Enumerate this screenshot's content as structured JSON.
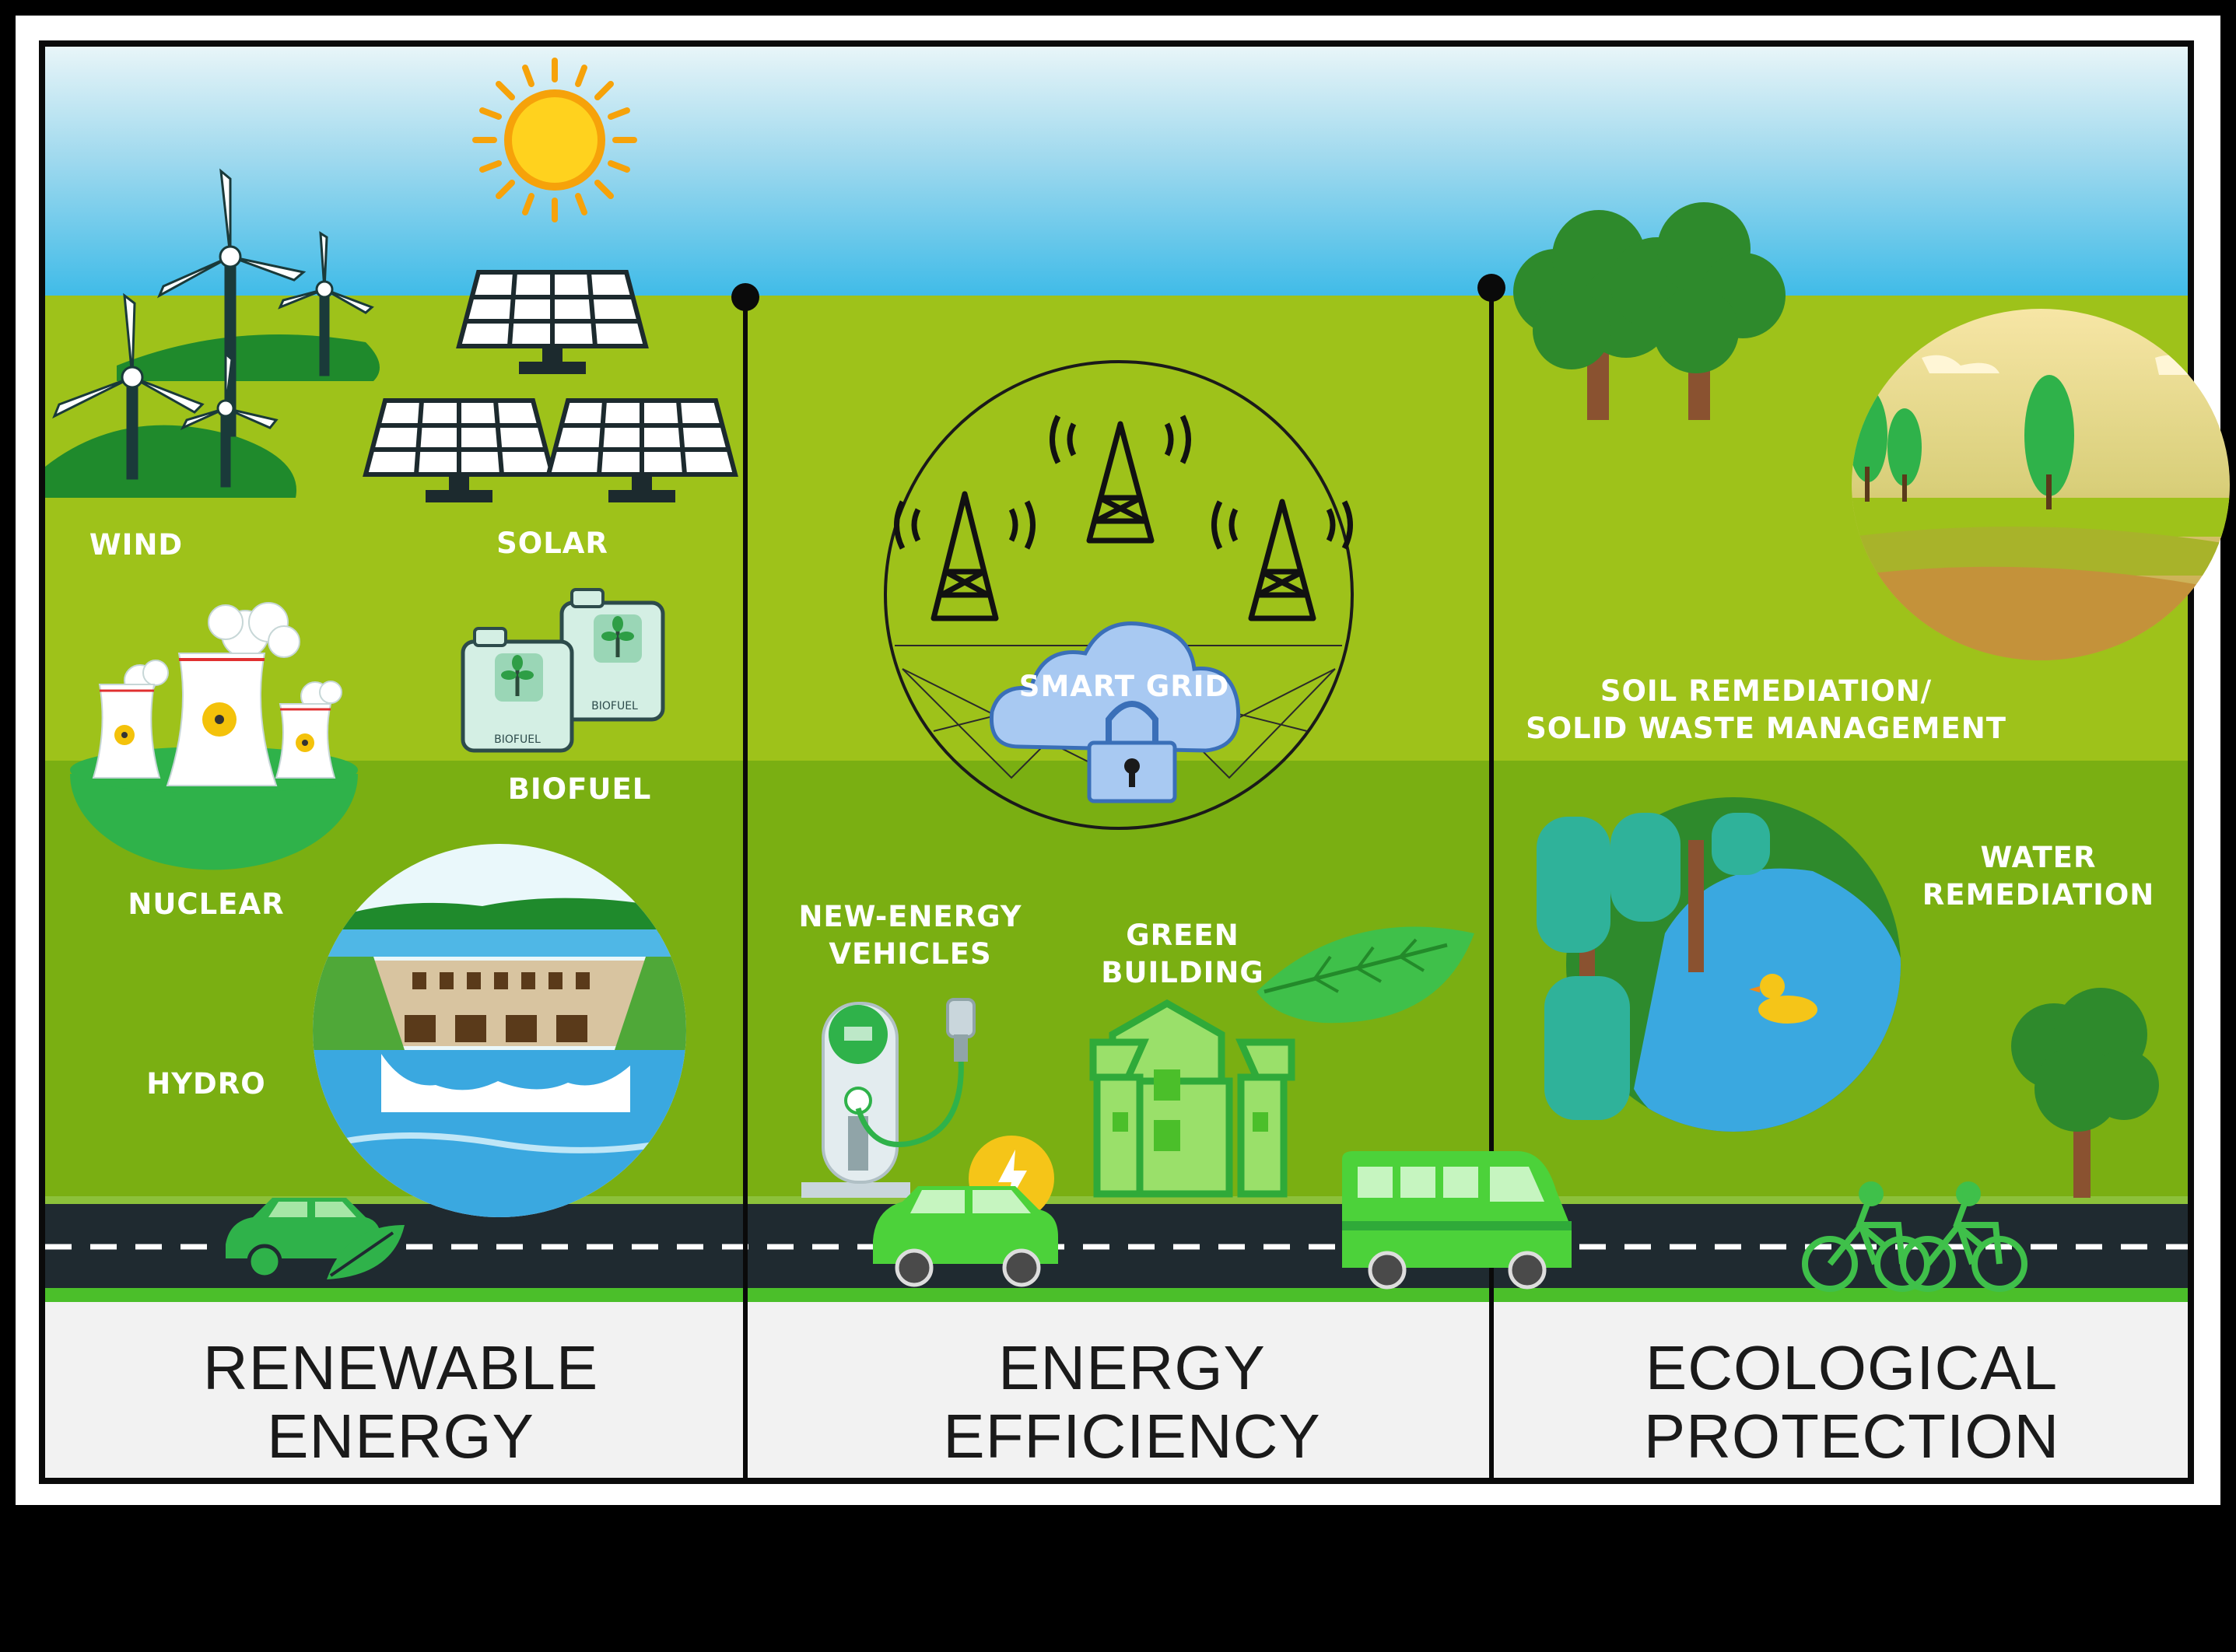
{
  "colors": {
    "sky_top": "#4cc0ea",
    "sky_bottom": "#e6f4f8",
    "grass_light": "#9ec21a",
    "grass_dark": "#7aaf12",
    "road": "#1f2a30",
    "footer": "#f2f2f2",
    "accent_green": "#4bbf2a"
  },
  "sections": [
    {
      "id": "renewable",
      "title_line1": "RENEWABLE",
      "title_line2": "ENERGY"
    },
    {
      "id": "efficiency",
      "title_line1": "ENERGY",
      "title_line2": "EFFICIENCY"
    },
    {
      "id": "ecology",
      "title_line1": "ECOLOGICAL",
      "title_line2": "PROTECTION"
    }
  ],
  "labels": {
    "wind": "WIND",
    "solar": "SOLAR",
    "nuclear": "NUCLEAR",
    "biofuel": "BIOFUEL",
    "hydro": "HYDRO",
    "smart_grid": "SMART GRID",
    "nev_line1": "NEW-ENERGY",
    "nev_line2": "VEHICLES",
    "green_line1": "GREEN",
    "green_line2": "BUILDING",
    "soil_line1": "SOIL REMEDIATION/",
    "soil_line2": "SOLID WASTE MANAGEMENT",
    "water_line1": "WATER",
    "water_line2": "REMEDIATION",
    "biofuel_can": "BIOFUEL"
  },
  "icons": [
    "sun-icon",
    "wind-turbine-icon",
    "solar-panel-icon",
    "nuclear-plant-icon",
    "biofuel-can-icon",
    "hydro-dam-icon",
    "transmission-tower-icon",
    "cloud-lock-icon",
    "charging-station-icon",
    "lightning-icon",
    "electric-car-icon",
    "green-building-icon",
    "leaf-icon",
    "bus-icon",
    "tree-icon",
    "farmland-icon",
    "lake-duck-icon",
    "bicycle-icon",
    "car-leaf-icon"
  ]
}
